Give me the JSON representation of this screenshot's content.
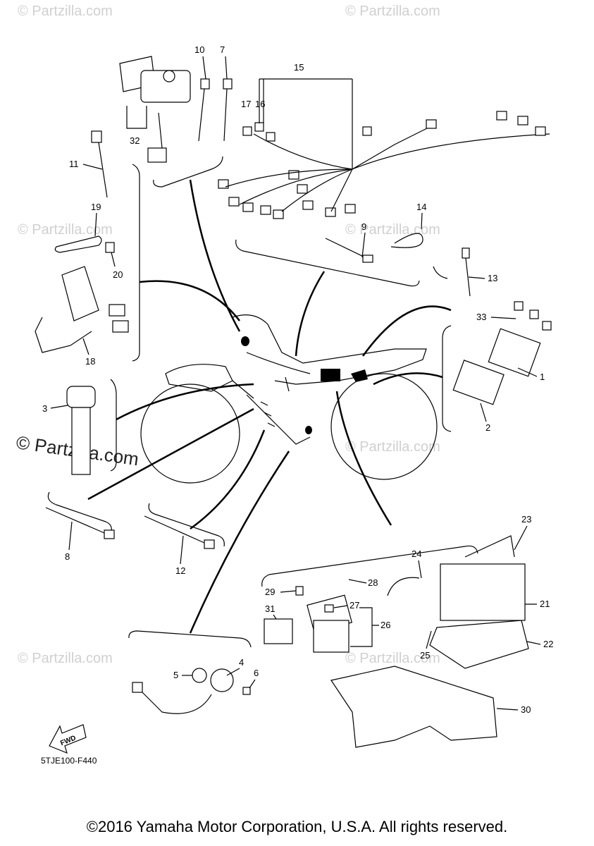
{
  "watermark": "© Partzilla.com",
  "watermark_main": "© Partzilla.com",
  "diagram_code": "5TJE100-F440",
  "fwd_label": "FWD",
  "footer": "©2016 Yamaha Motor Corporation, U.S.A. All rights reserved.",
  "labels": {
    "p1": "1",
    "p2": "2",
    "p3": "3",
    "p4": "4",
    "p5": "5",
    "p6": "6",
    "p7": "7",
    "p8": "8",
    "p9": "9",
    "p10": "10",
    "p11": "11",
    "p12": "12",
    "p13": "13",
    "p14": "14",
    "p15": "15",
    "p16": "16",
    "p17": "17",
    "p18": "18",
    "p19": "19",
    "p20": "20",
    "p21": "21",
    "p22": "22",
    "p23": "23",
    "p24": "24",
    "p25": "25",
    "p26": "26",
    "p27": "27",
    "p28": "28",
    "p29": "29",
    "p30": "30",
    "p31": "31",
    "p32": "32",
    "p33": "33"
  }
}
